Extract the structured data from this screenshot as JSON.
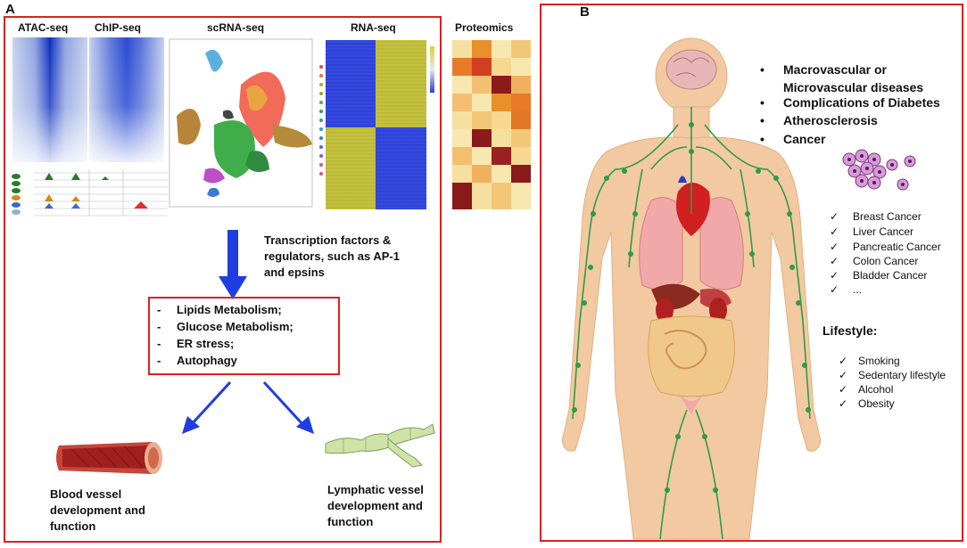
{
  "panel_a": {
    "label": "A",
    "headers": {
      "atac": "ATAC-seq",
      "chip": "ChIP-seq",
      "scrna": "scRNA-seq",
      "rna": "RNA-seq",
      "proteomics": "Proteomics"
    },
    "tf_text": [
      "Transcription factors &",
      "regulators, such as AP-1",
      "and epsins"
    ],
    "metabolism": [
      "Lipids Metabolism;",
      "Glucose Metabolism;",
      "ER stress;",
      "Autophagy"
    ],
    "blood_vessel": [
      "Blood vessel",
      "development and",
      "function"
    ],
    "lymphatic_vessel": [
      "Lymphatic vessel",
      "development and",
      "function"
    ]
  },
  "panel_b": {
    "label": "B",
    "diseases": [
      "Macrovascular or",
      "Microvascular diseases",
      "Complications of Diabetes",
      "Atherosclerosis",
      "Cancer"
    ],
    "cancers": [
      "Breast Cancer",
      "Liver Cancer",
      "Pancreatic Cancer",
      "Colon Cancer",
      "Bladder Cancer",
      "..."
    ],
    "lifestyle_title": "Lifestyle:",
    "lifestyle": [
      "Smoking",
      "Sedentary lifestyle",
      "Alcohol",
      "Obesity"
    ],
    "check_mark": "✓",
    "bullet": "•"
  },
  "colors": {
    "frame": "#e02020",
    "arrow": "#1f3de0",
    "heat_blue": "#2b3fd6",
    "heat_yellow": "#c9c640",
    "skin": "#f2c9a0",
    "lymph": "#2e9b4b"
  }
}
